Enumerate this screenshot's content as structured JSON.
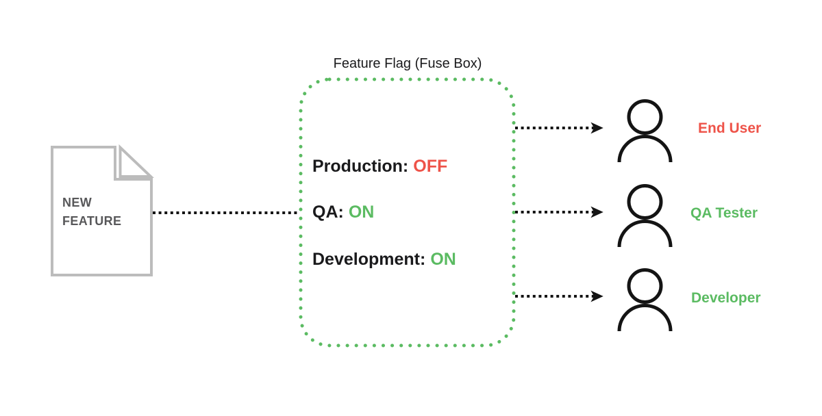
{
  "diagram": {
    "title": "Feature Flag (Fuse Box)",
    "source": {
      "label": "NEW FEATURE"
    },
    "flags": [
      {
        "label": "Production:",
        "value": "OFF",
        "status": "off"
      },
      {
        "label": "QA:",
        "value": "ON",
        "status": "on"
      },
      {
        "label": "Development:",
        "value": "ON",
        "status": "on"
      }
    ],
    "consumers": [
      {
        "label": "End User",
        "status": "off"
      },
      {
        "label": "QA Tester",
        "status": "on"
      },
      {
        "label": "Developer",
        "status": "on"
      }
    ]
  },
  "colors": {
    "green": "#5bbb62",
    "red": "#ee5349",
    "text": "#1a1a1c",
    "icon-stroke": "#141414",
    "doc-border": "#bcbcbc",
    "doc-text": "#58585a",
    "background": "#ffffff"
  }
}
